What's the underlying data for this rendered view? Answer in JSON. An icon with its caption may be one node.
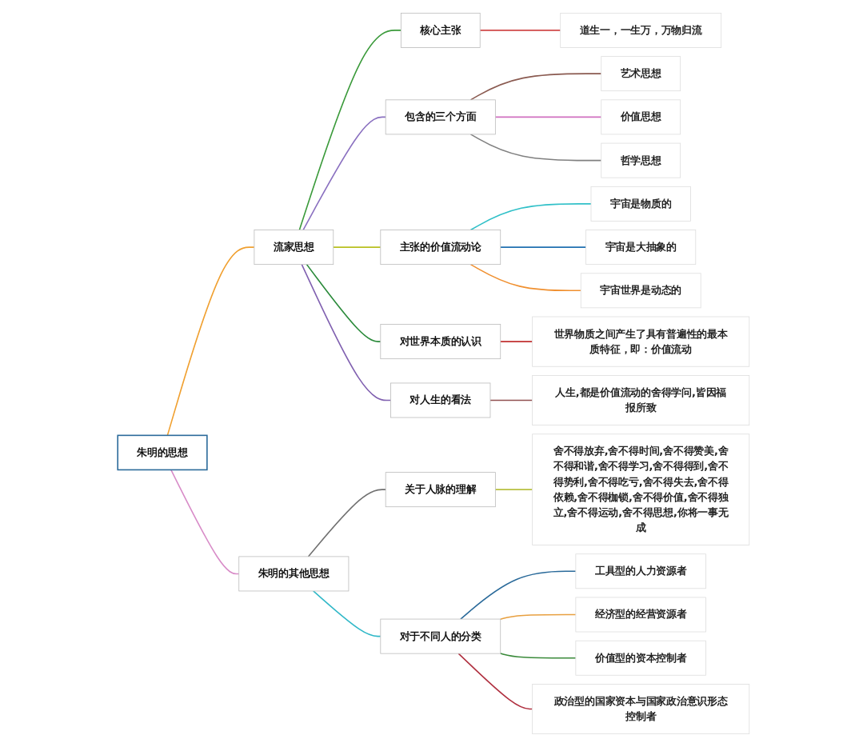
{
  "diagram": {
    "nodes": [
      {
        "text": [
          "朱明的思想"
        ]
      },
      {
        "text": [
          "流家思想"
        ]
      },
      {
        "text": [
          "核心主张"
        ]
      },
      {
        "text": [
          "道生一，一生万，万物归流"
        ]
      },
      {
        "text": [
          "包含的三个方面"
        ]
      },
      {
        "text": [
          "艺术思想"
        ]
      },
      {
        "text": [
          "价值思想"
        ]
      },
      {
        "text": [
          "哲学思想"
        ]
      },
      {
        "text": [
          "主张的价值流动论"
        ]
      },
      {
        "text": [
          "宇宙是物质的"
        ]
      },
      {
        "text": [
          "宇宙是大抽象的"
        ]
      },
      {
        "text": [
          "宇宙世界是动态的"
        ]
      },
      {
        "text": [
          "对世界本质的认识"
        ]
      },
      {
        "text": [
          "世界物质之间产生了具有普遍性的最本质特征，即：价值流动"
        ]
      },
      {
        "text": [
          "对人生的看法"
        ]
      },
      {
        "text": [
          "人生,都是价值流动的舍得学问,皆因福报所致"
        ]
      },
      {
        "text": [
          "朱明的其他思想"
        ]
      },
      {
        "text": [
          "关于人脉的理解"
        ]
      },
      {
        "text": [
          "舍不得放弃,舍不得时间,舍不得赞美,舍不得和谐,舍不得学习,舍不得得到,舍不得势利,舍不得吃亏,舍不得失去,舍不得依赖,舍不得枷锁,舍不得价值,舍不得独立,舍不得运动,舍不得思想,你将一事无成"
        ]
      },
      {
        "text": [
          "对于不同人的分类"
        ]
      },
      {
        "text": [
          "工具型的人力资源者"
        ]
      },
      {
        "text": [
          "经济型的经营资源者"
        ]
      },
      {
        "text": [
          "价值型的资本控制者"
        ]
      },
      {
        "text": [
          "政治型的国家资本与国家政治意识形态控制者"
        ]
      }
    ],
    "edges": [
      {
        "from": 0,
        "to": 1,
        "arrow": "none",
        "color": "#f0a030"
      },
      {
        "from": 1,
        "to": 2,
        "arrow": "none",
        "color": "#3a9a3a"
      },
      {
        "from": 2,
        "to": 3,
        "arrow": "none",
        "color": "#d04848"
      },
      {
        "from": 1,
        "to": 4,
        "arrow": "none",
        "color": "#8a70c0"
      },
      {
        "from": 4,
        "to": 5,
        "arrow": "none",
        "color": "#8a5a50"
      },
      {
        "from": 4,
        "to": 6,
        "arrow": "none",
        "color": "#d070c0"
      },
      {
        "from": 4,
        "to": 7,
        "arrow": "none",
        "color": "#808080"
      },
      {
        "from": 1,
        "to": 8,
        "arrow": "none",
        "color": "#b8c020"
      },
      {
        "from": 8,
        "to": 9,
        "arrow": "none",
        "color": "#30c0c8"
      },
      {
        "from": 8,
        "to": 10,
        "arrow": "none",
        "color": "#2070b0"
      },
      {
        "from": 8,
        "to": 11,
        "arrow": "none",
        "color": "#f09030"
      },
      {
        "from": 1,
        "to": 12,
        "arrow": "none",
        "color": "#2a8a3a"
      },
      {
        "from": 12,
        "to": 13,
        "arrow": "none",
        "color": "#c03030"
      },
      {
        "from": 1,
        "to": 14,
        "arrow": "none",
        "color": "#8060b0"
      },
      {
        "from": 14,
        "to": 15,
        "arrow": "none",
        "color": "#905050"
      },
      {
        "from": 0,
        "to": 16,
        "arrow": "none",
        "color": "#d88cc8"
      },
      {
        "from": 16,
        "to": 17,
        "arrow": "none",
        "color": "#707070"
      },
      {
        "from": 17,
        "to": 18,
        "arrow": "none",
        "color": "#b8c040"
      },
      {
        "from": 16,
        "to": 19,
        "arrow": "none",
        "color": "#30b8c8"
      },
      {
        "from": 19,
        "to": 20,
        "arrow": "none",
        "color": "#2a6a9a"
      },
      {
        "from": 19,
        "to": 21,
        "arrow": "none",
        "color": "#e8a040"
      },
      {
        "from": 19,
        "to": 22,
        "arrow": "none",
        "color": "#3a8a3a"
      },
      {
        "from": 19,
        "to": 23,
        "arrow": "none",
        "color": "#b03040"
      }
    ]
  }
}
